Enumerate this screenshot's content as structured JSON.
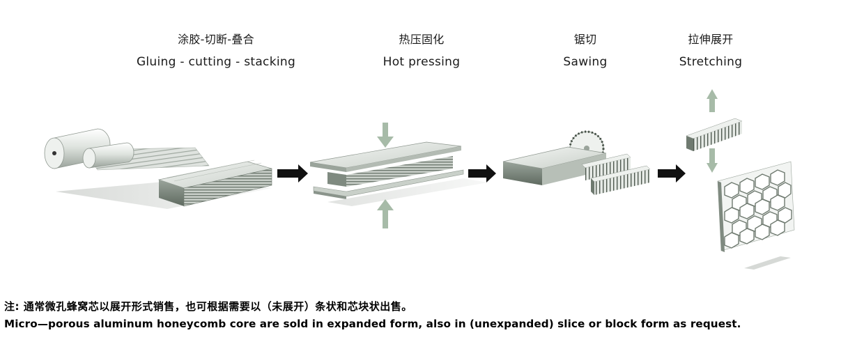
{
  "steps": [
    {
      "cn": "涂胶-切断-叠合",
      "en": "Gluing - cutting - stacking"
    },
    {
      "cn": "热压固化",
      "en": "Hot pressing"
    },
    {
      "cn": "锯切",
      "en": "Sawing"
    },
    {
      "cn": "拉伸展开",
      "en": "Stretching"
    }
  ],
  "notes": {
    "cn": "注: 通常微孔蜂窝芯以展开形式销售，也可根据需要以（未展开）条状和芯块状出售。",
    "en": "Micro—porous aluminum honeycomb core are sold in expanded form, also in (unexpanded) slice or block form as request."
  },
  "colors": {
    "arrow": "#111111",
    "press_arrow": "#a7bba8",
    "metal_light": "#e8ece8",
    "metal_mid": "#c9d0c9",
    "metal_dark": "#7f8a80"
  }
}
